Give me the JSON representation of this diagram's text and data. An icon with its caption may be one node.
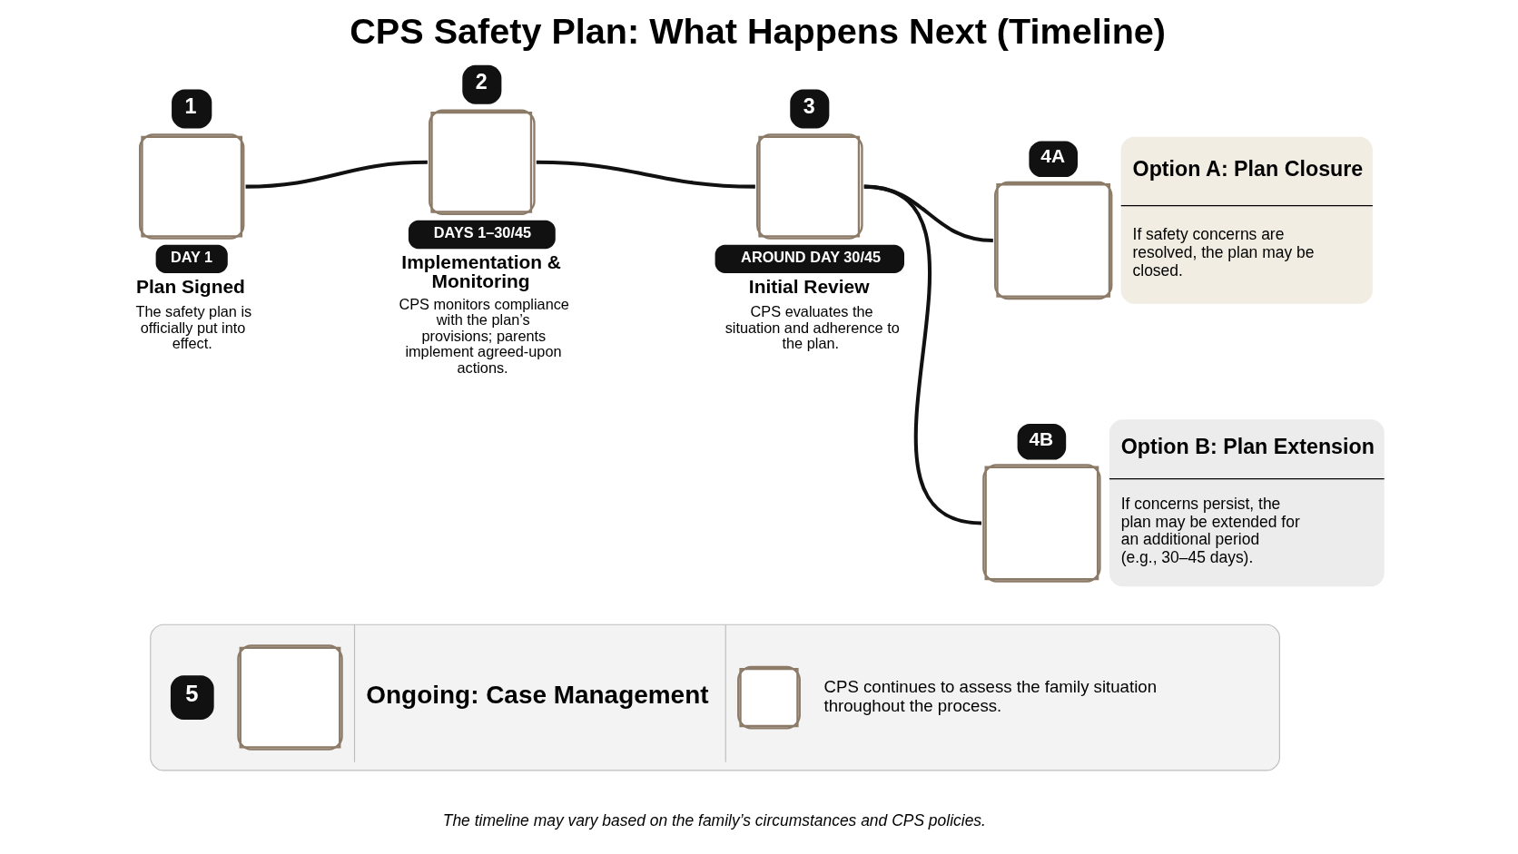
{
  "diagram": {
    "title": "CPS Safety Plan: What Happens Next (Timeline)",
    "caption": "The timeline may vary based on the family’s circumstances and CPS policies.",
    "nodes": [
      {
        "text": [
          "1",
          "DAY 1",
          "Plan Signed",
          "The safety plan is officially put into effect."
        ]
      },
      {
        "text": [
          "2",
          "DAYS 1–30/45",
          "Implementation & Monitoring",
          "CPS monitors compliance with the plan’s provisions; parents implement agreed-upon actions."
        ]
      },
      {
        "text": [
          "3",
          "AROUND DAY 30/45",
          "Initial Review",
          "CPS evaluates the situation and adherence to the plan."
        ]
      },
      {
        "text": [
          "4A",
          "Option A: Plan Closure",
          "If safety concerns are resolved, the plan may be closed."
        ]
      },
      {
        "text": [
          "4B",
          "Option B: Plan Extension",
          "If concerns persist, the plan may be extended for an additional period (e.g., 30–45 days)."
        ]
      },
      {
        "text": [
          "5",
          "Ongoing: Case Management",
          "CPS continues to assess the family situation throughout the process."
        ]
      }
    ],
    "edges": [
      {
        "from": 0,
        "to": 1,
        "arrow": "none"
      },
      {
        "from": 1,
        "to": 2,
        "arrow": "none"
      },
      {
        "from": 2,
        "to": 3,
        "arrow": "none"
      },
      {
        "from": 2,
        "to": 4,
        "arrow": "none"
      }
    ]
  }
}
